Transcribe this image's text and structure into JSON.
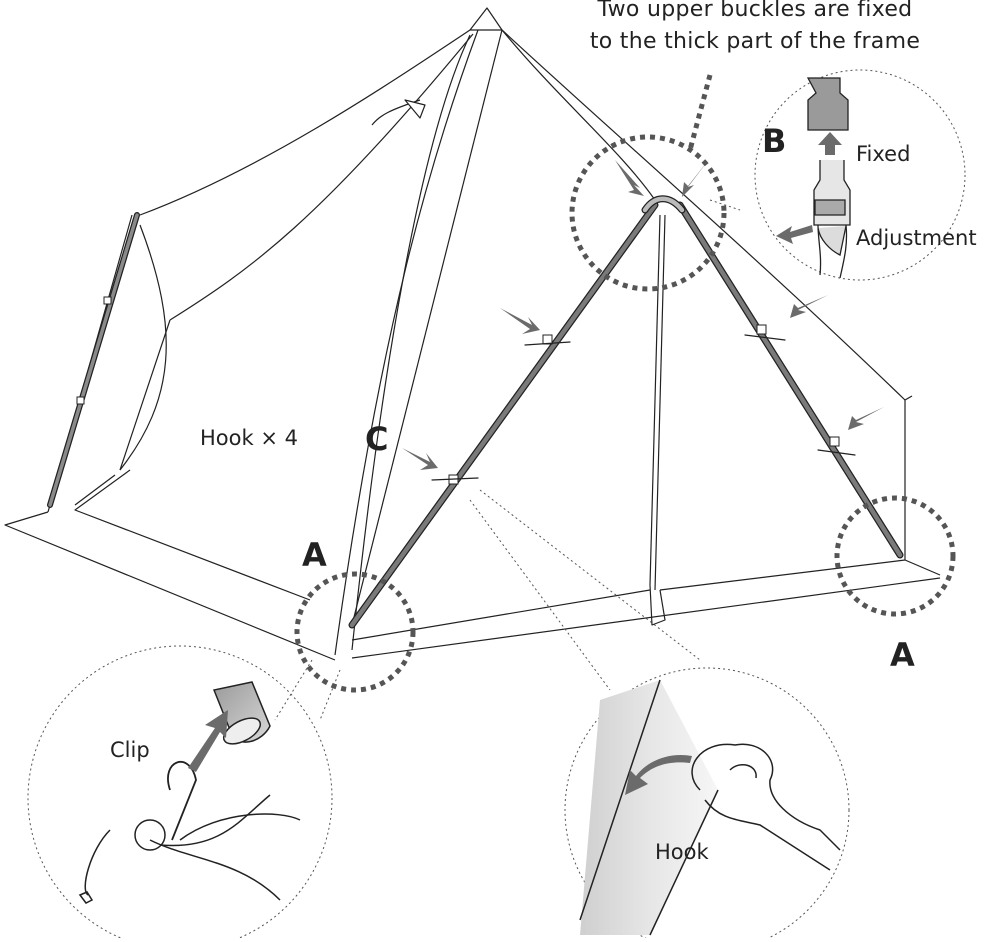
{
  "diagram": {
    "caption_line1": "Two upper buckles are fixed",
    "caption_line2": "to the thick part of the frame",
    "labels": {
      "hook_count": "Hook × 4",
      "clip": "Clip",
      "hook": "Hook",
      "fixed": "Fixed",
      "adjustment": "Adjustment"
    },
    "markers": {
      "a_left": "A",
      "a_right": "A",
      "b": "B",
      "c": "C"
    },
    "colors": {
      "line": "#222222",
      "pole": "#666666",
      "arrow": "#6b6b6b",
      "callout": "#555555"
    }
  }
}
